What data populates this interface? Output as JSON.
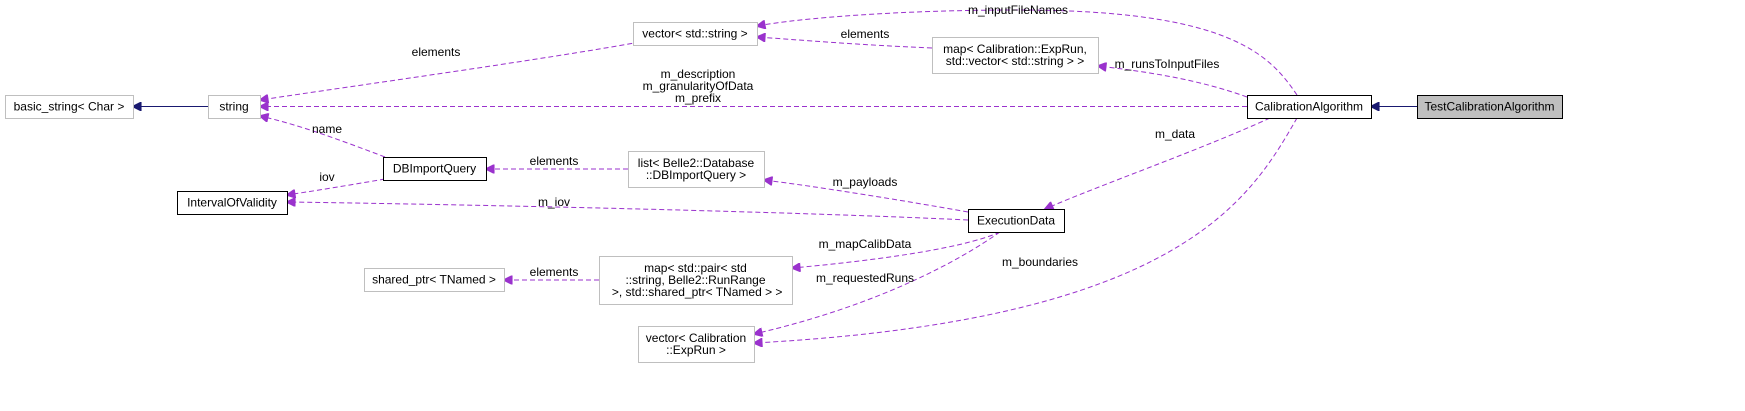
{
  "colors": {
    "inheritance": "#191970",
    "usage": "#9a32cd",
    "strong_border": "#000000",
    "weak_border": "#bfbfbf",
    "highlight_fill": "#bfbfbf"
  },
  "nodes": {
    "basic_string": {
      "lines": [
        "basic_string< Char >"
      ],
      "style": "weak"
    },
    "string": {
      "lines": [
        "string"
      ],
      "style": "weak"
    },
    "vector_string": {
      "lines": [
        "vector< std::string >"
      ],
      "style": "weak"
    },
    "map_exprun": {
      "lines": [
        "map< Calibration::ExpRun,",
        "std::vector< std::string > >"
      ],
      "style": "weak"
    },
    "calibration_algorithm": {
      "lines": [
        "CalibrationAlgorithm"
      ],
      "style": "strong"
    },
    "test_calibration_algorithm": {
      "lines": [
        "TestCalibrationAlgorithm"
      ],
      "style": "highlight"
    },
    "db_import_query": {
      "lines": [
        "DBImportQuery"
      ],
      "style": "strong"
    },
    "interval_of_validity": {
      "lines": [
        "IntervalOfValidity"
      ],
      "style": "strong"
    },
    "list_dbimportquery": {
      "lines": [
        "list< Belle2::Database",
        "::DBImportQuery >"
      ],
      "style": "weak"
    },
    "execution_data": {
      "lines": [
        "ExecutionData"
      ],
      "style": "strong"
    },
    "shared_ptr_tnamed": {
      "lines": [
        "shared_ptr< TNamed >"
      ],
      "style": "weak"
    },
    "map_pair": {
      "lines": [
        "map< std::pair< std",
        "::string, Belle2::RunRange",
        " >, std::shared_ptr< TNamed > >"
      ],
      "style": "weak"
    },
    "vector_exprun": {
      "lines": [
        "vector< Calibration",
        "::ExpRun >"
      ],
      "style": "weak"
    }
  },
  "edges": {
    "test_to_calib": {
      "kind": "inheritance",
      "labels": []
    },
    "string_to_basic": {
      "kind": "inheritance",
      "labels": []
    },
    "calib_inputfiles": {
      "kind": "usage",
      "labels": [
        "m_inputFileNames"
      ]
    },
    "map_elements_vector": {
      "kind": "usage",
      "labels": [
        "elements"
      ]
    },
    "vector_elements_string": {
      "kind": "usage",
      "labels": [
        "elements"
      ]
    },
    "calib_runs_to_input": {
      "kind": "usage",
      "labels": [
        "m_runsToInputFiles"
      ]
    },
    "calib_string_members": {
      "kind": "usage",
      "labels": [
        "m_description",
        "m_granularityOfData",
        "m_prefix"
      ]
    },
    "dbquery_name": {
      "kind": "usage",
      "labels": [
        "name"
      ]
    },
    "dbquery_iov": {
      "kind": "usage",
      "labels": [
        "iov"
      ]
    },
    "list_elements_dbquery": {
      "kind": "usage",
      "labels": [
        "elements"
      ]
    },
    "calib_data": {
      "kind": "usage",
      "labels": [
        "m_data"
      ]
    },
    "exec_payloads": {
      "kind": "usage",
      "labels": [
        "m_payloads"
      ]
    },
    "exec_iov": {
      "kind": "usage",
      "labels": [
        "m_iov"
      ]
    },
    "exec_mapcalib": {
      "kind": "usage",
      "labels": [
        "m_mapCalibData"
      ]
    },
    "mappair_elements_shared": {
      "kind": "usage",
      "labels": [
        "elements"
      ]
    },
    "exec_requested_runs": {
      "kind": "usage",
      "labels": [
        "m_requestedRuns"
      ]
    },
    "calib_boundaries": {
      "kind": "usage",
      "labels": [
        "m_boundaries"
      ]
    }
  }
}
